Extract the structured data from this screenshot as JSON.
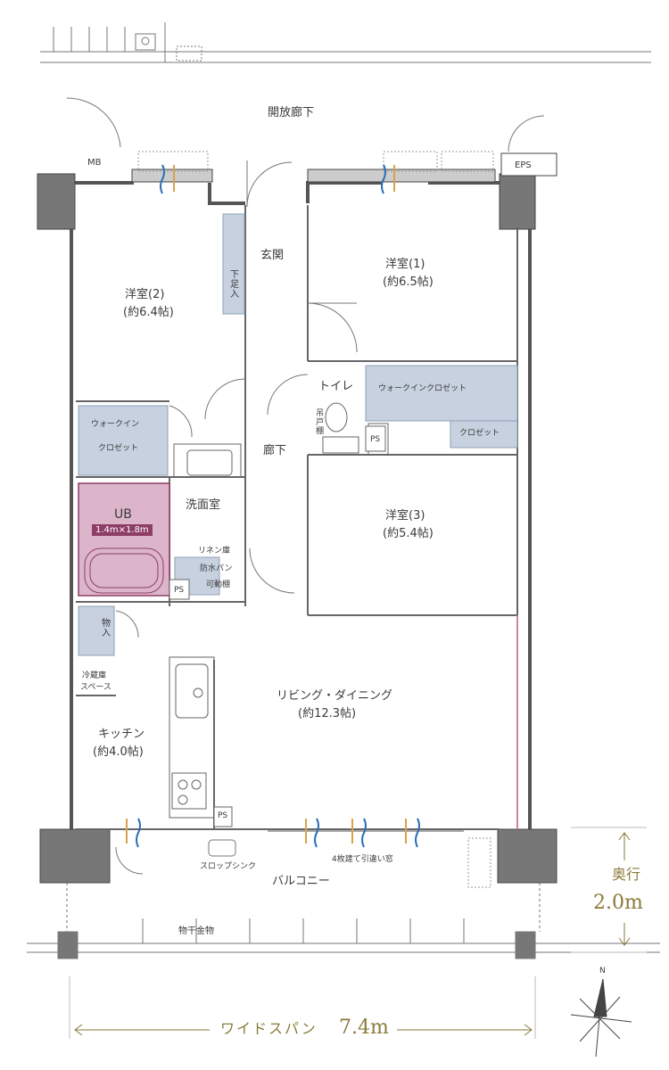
{
  "labels": {
    "corridor_open": "開放廊下",
    "mb": "MB",
    "eps": "EPS",
    "entrance": "玄関",
    "shoe_storage": "下足入",
    "western2_name": "洋室(2)",
    "western2_size": "(約6.4帖)",
    "western1_name": "洋室(1)",
    "western1_size": "(約6.5帖)",
    "toilet": "トイレ",
    "hanging_shelf": "吊戸棚",
    "ps": "PS",
    "walkin_closet_main": "ウォークインクロゼット",
    "closet": "クロゼット",
    "walkin_a": "ウォークイン",
    "walkin_b": "クロゼット",
    "hallway": "廊下",
    "washroom": "洗面室",
    "ub": "UB",
    "ub_size": "1.4m×1.8m",
    "linen": "リネン庫",
    "waterproof_pan": "防水パン",
    "movable_shelf": "可動棚",
    "western3_name": "洋室(3)",
    "western3_size": "(約5.4帖)",
    "storage": "物入",
    "fridge_a": "冷蔵庫",
    "fridge_b": "スペース",
    "living_name": "リビング・ダイニング",
    "living_size": "(約12.3帖)",
    "kitchen_name": "キッチン",
    "kitchen_size": "(約4.0帖)",
    "slop_sink": "スロップシンク",
    "window": "4枚建て引違い窓",
    "balcony": "バルコニー",
    "laundry": "物干金物",
    "depth_label": "奥行",
    "depth_value": "2.0m",
    "span_label": "ワイドスパン",
    "span_value": "7.4m",
    "north": "N"
  },
  "colors": {
    "wall": "#555555",
    "storage_fill": "#c7d1e0",
    "bath_fill": "#dcb5cb",
    "bath_line": "#8e3d66",
    "vent_blue": "#2c6fb7",
    "vent_orange": "#d9a24a",
    "dimension": "#8a7a3a"
  }
}
